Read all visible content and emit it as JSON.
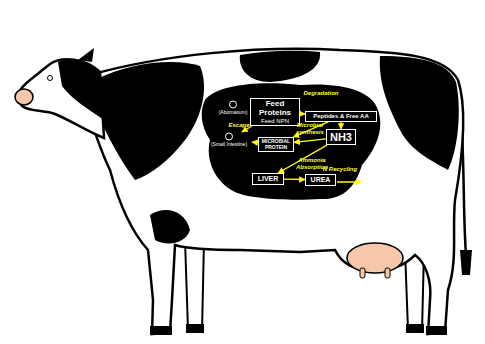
{
  "diagram": {
    "nodes": [
      {
        "text": [
          "Feed Proteins",
          "Feed NPN"
        ]
      },
      {
        "text": [
          "Peptides & Free AA"
        ]
      },
      {
        "text": [
          "(Abomasum)"
        ]
      },
      {
        "text": [
          "(Small Intestine)"
        ]
      },
      {
        "text": [
          "NH3"
        ]
      },
      {
        "text": [
          "MICROBIAL PROTEIN"
        ]
      },
      {
        "text": [
          "LIVER"
        ]
      },
      {
        "text": [
          "UREA"
        ]
      }
    ],
    "edges": [
      {
        "from": 0,
        "to": 1,
        "label": "Degradation",
        "arrow": "to"
      },
      {
        "from": 1,
        "to": 4,
        "arrow": "to"
      },
      {
        "from": 1,
        "to": 5,
        "label": "Microbial synthesis",
        "arrow": "to"
      },
      {
        "from": 4,
        "to": 5,
        "arrow": "to"
      },
      {
        "from": 0,
        "to": 3,
        "label": "Escape",
        "arrow": "to"
      },
      {
        "from": 5,
        "to": 3,
        "arrow": "to"
      },
      {
        "from": 4,
        "to": 6,
        "label": "Ammonia Absorption",
        "arrow": "to"
      },
      {
        "from": 6,
        "to": 7,
        "arrow": "to"
      }
    ],
    "labels": [
      "N Recycling"
    ]
  }
}
